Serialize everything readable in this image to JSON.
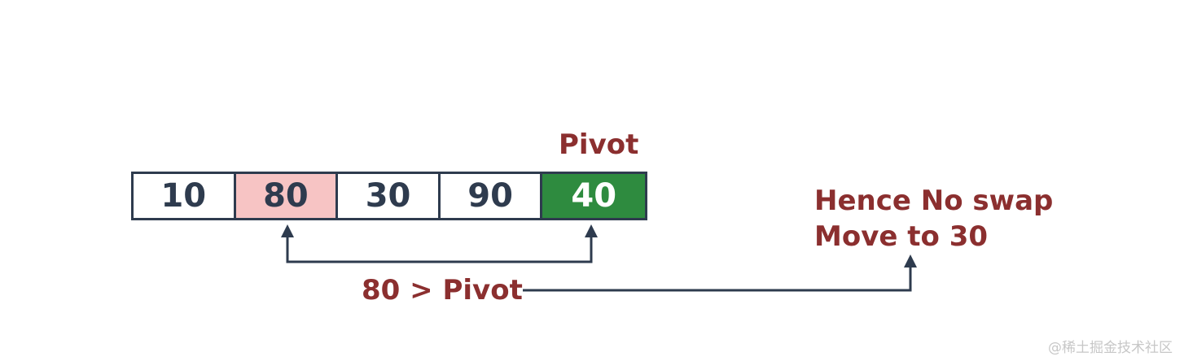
{
  "pivot_label": "Pivot",
  "array": {
    "cells": [
      {
        "value": "10",
        "state": "normal"
      },
      {
        "value": "80",
        "state": "compare"
      },
      {
        "value": "30",
        "state": "normal"
      },
      {
        "value": "90",
        "state": "normal"
      },
      {
        "value": "40",
        "state": "pivot"
      }
    ]
  },
  "comparison_label": "80 > Pivot",
  "result": {
    "line1": "Hence No swap",
    "line2": "Move to 30"
  },
  "watermark": "@稀土掘金技术社区",
  "colors": {
    "text_red": "#8b2f2f",
    "border_dark": "#2e3b4e",
    "compare_fill": "#f7c4c4",
    "pivot_fill": "#2e8b3f",
    "arrow": "#2e3b4e"
  }
}
